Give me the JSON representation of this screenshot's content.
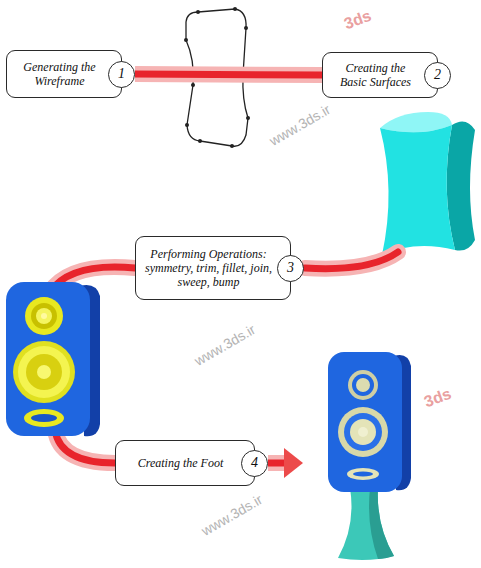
{
  "diagram": {
    "nodes": [
      {
        "text": [
          "Generating the Wireframe"
        ]
      },
      {
        "text": [
          "1"
        ],
        "in": 0
      },
      {
        "text": [
          "Creating the Basic Surfaces"
        ]
      },
      {
        "text": [
          "2"
        ],
        "in": 2
      },
      {
        "text": [
          "Performing Operations: symmetry, trim, fillet, join, sweep, bump"
        ]
      },
      {
        "text": [
          "3"
        ],
        "in": 4
      },
      {
        "text": [
          "Creating the Foot"
        ]
      },
      {
        "text": [
          "4"
        ],
        "in": 6
      }
    ],
    "edges": [
      {
        "from": 1,
        "to": 2,
        "arrow": "none"
      }
    ],
    "labels": [
      "www.3ds.ir",
      "www.3ds.ir",
      "www.3ds.ir",
      "3ds",
      "3ds"
    ]
  }
}
